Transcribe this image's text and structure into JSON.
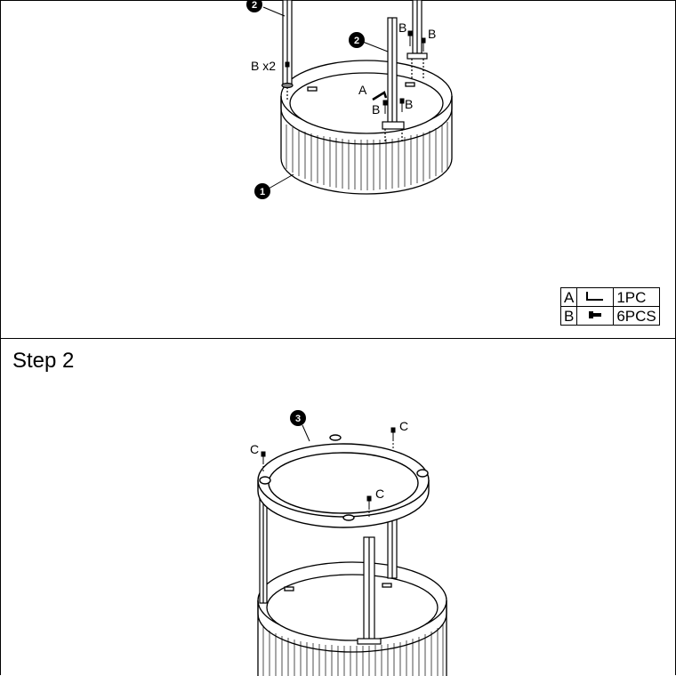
{
  "step2": {
    "title": "Step 2"
  },
  "callouts": {
    "base": "1",
    "leg": "2",
    "top_ring": "3"
  },
  "labels": {
    "A": "A",
    "B": "B",
    "B_x2": "B x2",
    "C": "C"
  },
  "parts_table": [
    {
      "letter": "A",
      "icon": "allen-key-icon",
      "qty": "1PC"
    },
    {
      "letter": "B",
      "icon": "screw-icon",
      "qty": "6PCS"
    }
  ]
}
